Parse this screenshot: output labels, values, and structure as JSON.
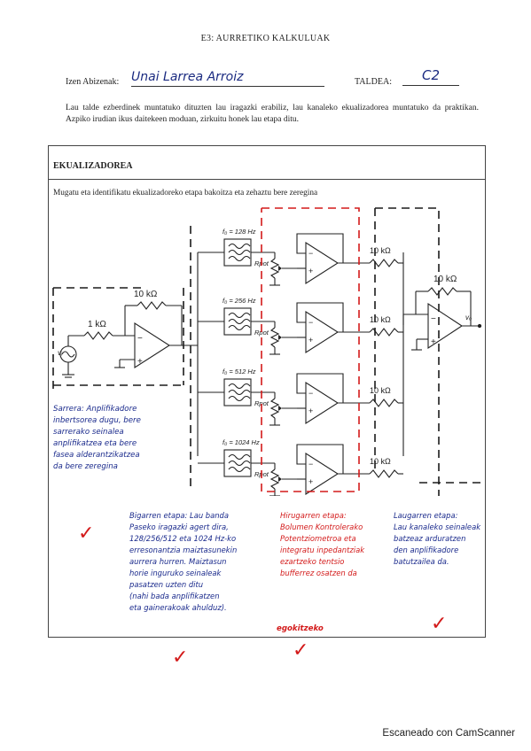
{
  "header": {
    "title": "E3: AURRETIKO KALKULUAK"
  },
  "form": {
    "name_label": "Izen Abizenak:",
    "name_value": "Unai Larrea Arroiz",
    "group_label": "TALDEA:",
    "group_value": "C2"
  },
  "intro": "Lau talde ezberdinek muntatuko dituzten lau iragazki erabiliz, lau kanaleko ekualizadorea muntatuko da praktikan. Azpiko irudian ikus daitekeen moduan, zirkuitu honek lau etapa ditu.",
  "box": {
    "title": "EKUALIZADOREA",
    "instruction": "Mugatu eta identifikatu ekualizadoreko etapa bakoitza eta zehaztu bere zeregina"
  },
  "circuit": {
    "r_feedback": "10 kΩ",
    "r_input": "1 kΩ",
    "source": "vᵢ",
    "output": "vₒ",
    "pot": "Rpot",
    "filters": [
      "f₀ = 128 Hz",
      "f₀ = 256 Hz",
      "f₀ = 512 Hz",
      "f₀ = 1024 Hz"
    ],
    "sum_resistors": [
      "10 kΩ",
      "10 kΩ",
      "10 kΩ",
      "10 kΩ"
    ],
    "sum_feedback": "10 kΩ"
  },
  "notes": {
    "stage1": [
      "Sarrera: Anplifikadore",
      "inbertsorea dugu, bere",
      "sarrerako seinalea",
      "anplifikatzea eta bere",
      "fasea alderantzikatzea",
      "da bere zeregina"
    ],
    "stage2": [
      "Bigarren etapa: Lau banda",
      "Paseko iragazki agert dira,",
      "128/256/512 eta 1024 Hz-ko",
      "erresonantzia maiztasunekin",
      "aurrera hurren. Maiztasun",
      "horie inguruko seinaleak",
      "pasatzen uzten ditu",
      "(nahi bada anplifikatzen",
      "eta gainerakoak ahulduz)."
    ],
    "stage3": [
      "Hirugarren etapa:",
      "Bolumen Kontrolerako",
      "Potentziometroa eta",
      "integratu inpedantziak",
      "ezartzeko tentsio",
      "bufferrez osatzen da"
    ],
    "stage3_correction": "egokitzeko",
    "stage4": [
      "Laugarren etapa:",
      "Lau kanaleko seinaleak",
      "batzeaz arduratzen",
      "den anplifikadore",
      "batutzailea da."
    ]
  },
  "footer": "Escaneado con CamScanner",
  "colors": {
    "ink_blue": "#1a2a8c",
    "ink_red": "#d31a1a"
  }
}
